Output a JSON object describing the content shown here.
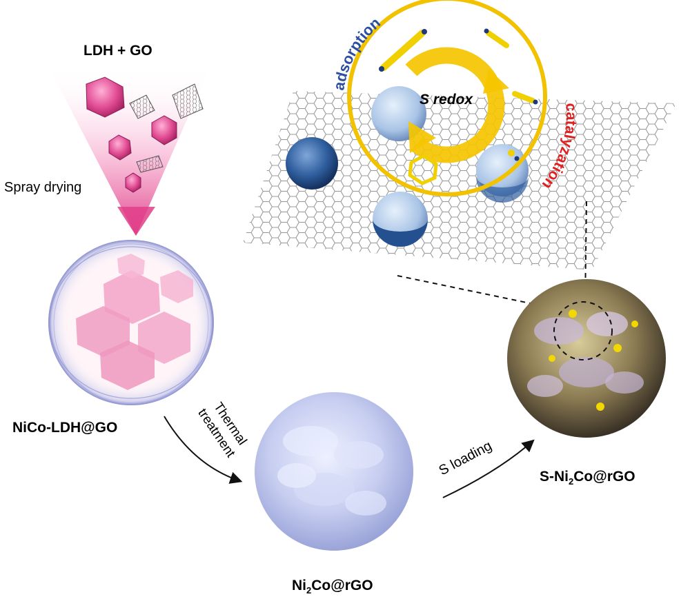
{
  "labels": {
    "title": "LDH + GO",
    "spray_drying": "Spray drying",
    "ldh_go_part1": "NiCo-LDH@GO",
    "ni2co_part1": "Ni",
    "ni2co_sub": "2",
    "ni2co_part2": "Co@rGO",
    "sni2co_part1": "S-Ni",
    "sni2co_sub": "2",
    "sni2co_part2": "Co@rGO",
    "thermal": "Thermal treatment",
    "s_loading": "S loading",
    "s_redox": "S redox",
    "adsorption": "adsorption",
    "catalyzation": "catalyzation"
  },
  "colors": {
    "adsorption_text": "#2c4fa0",
    "catalyzation_text": "#e02020",
    "redox_ring": "#f2c200",
    "sulfur": "#f5e030",
    "ldh_pink": "#e0559a",
    "graphene": "#9a9a9a"
  }
}
